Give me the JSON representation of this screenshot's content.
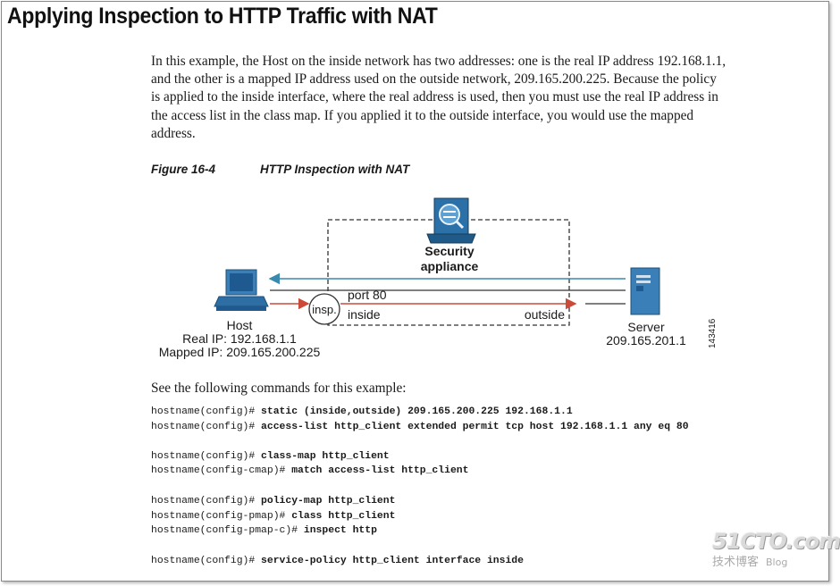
{
  "heading": "Applying Inspection to HTTP Traffic with NAT",
  "paragraph": [
    "In this example, the Host on the inside network has two addresses: one is the real IP address 192.168.1.1,",
    "and the other is a mapped IP address used on the outside network, 209.165.200.225. Because the policy",
    "is applied to the inside interface, where the real address is used, then you must use the real IP address in",
    "the access list in the class map. If you applied it to the outside interface, you would use the mapped",
    "address."
  ],
  "figure": {
    "number": "Figure 16-4",
    "title": "HTTP Inspection with NAT",
    "labels": {
      "appliance_line1": "Security",
      "appliance_line2": "appliance",
      "port": "port 80",
      "inside": "inside",
      "outside": "outside",
      "insp": "insp.",
      "host": "Host",
      "host_real_ip": "Real IP: 192.168.1.1",
      "host_mapped_ip": "Mapped IP: 209.165.200.225",
      "server": "Server",
      "server_ip": "209.165.201.1",
      "figure_id": "143416"
    },
    "colors": {
      "arrow_out": "#cc4a3a",
      "arrow_back": "#3a8ab0",
      "line": "#333333"
    }
  },
  "commands_intro": "See the following commands for this example:",
  "commands": [
    {
      "prompt": "hostname(config)# ",
      "cmd": "static (inside,outside) 209.165.200.225 192.168.1.1"
    },
    {
      "prompt": "hostname(config)# ",
      "cmd": "access-list http_client extended permit tcp host 192.168.1.1 any eq 80"
    },
    {
      "prompt": "hostname(config)# ",
      "cmd": "class-map http_client"
    },
    {
      "prompt": "hostname(config-cmap)# ",
      "cmd": "match access-list http_client"
    },
    {
      "prompt": "hostname(config)# ",
      "cmd": "policy-map http_client"
    },
    {
      "prompt": "hostname(config-pmap)# ",
      "cmd": "class http_client"
    },
    {
      "prompt": "hostname(config-pmap-c)# ",
      "cmd": "inspect http"
    },
    {
      "prompt": "hostname(config)# ",
      "cmd": "service-policy http_client interface inside"
    }
  ],
  "watermark": {
    "brand": "51CTO.com",
    "sub": "技术博客",
    "blog": "Blog"
  }
}
